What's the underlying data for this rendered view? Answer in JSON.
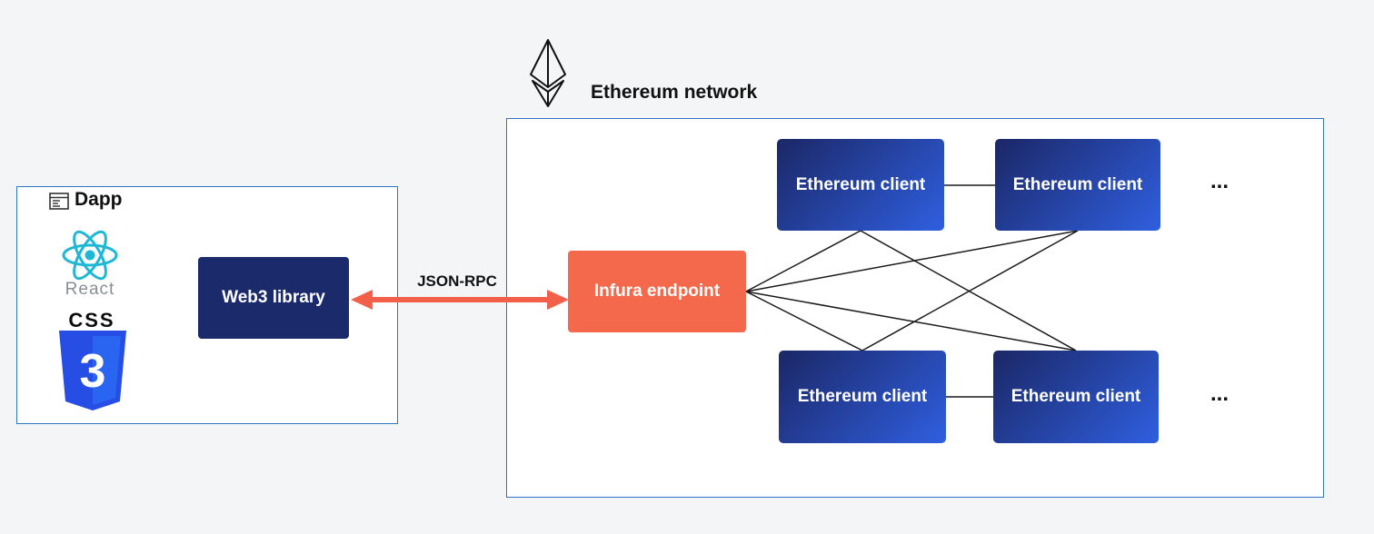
{
  "dapp": {
    "title": "Dapp",
    "react_label": "React",
    "css_label": "CSS",
    "css3_number": "3",
    "web3_label": "Web3 library"
  },
  "connection": {
    "label": "JSON-RPC"
  },
  "network": {
    "title": "Ethereum network",
    "infura_label": "Infura endpoint",
    "clients": [
      {
        "label": "Ethereum client"
      },
      {
        "label": "Ethereum client"
      },
      {
        "label": "Ethereum client"
      },
      {
        "label": "Ethereum client"
      }
    ],
    "ellipsis_top": "...",
    "ellipsis_bottom": "..."
  },
  "colors": {
    "background": "#f4f5f6",
    "group_border_blue": "#2e75c6",
    "web3_navy": "#1b2a6b",
    "client_gradient_start": "#1b2766",
    "client_gradient_end": "#2f5fe0",
    "infura_orange": "#f4694c",
    "arrow_orange": "#f2604a",
    "react_cyan": "#1fb8d4",
    "css3_blue_dark": "#264de4",
    "css3_blue_light": "#2965f1",
    "line_black": "#1a1a1a"
  }
}
